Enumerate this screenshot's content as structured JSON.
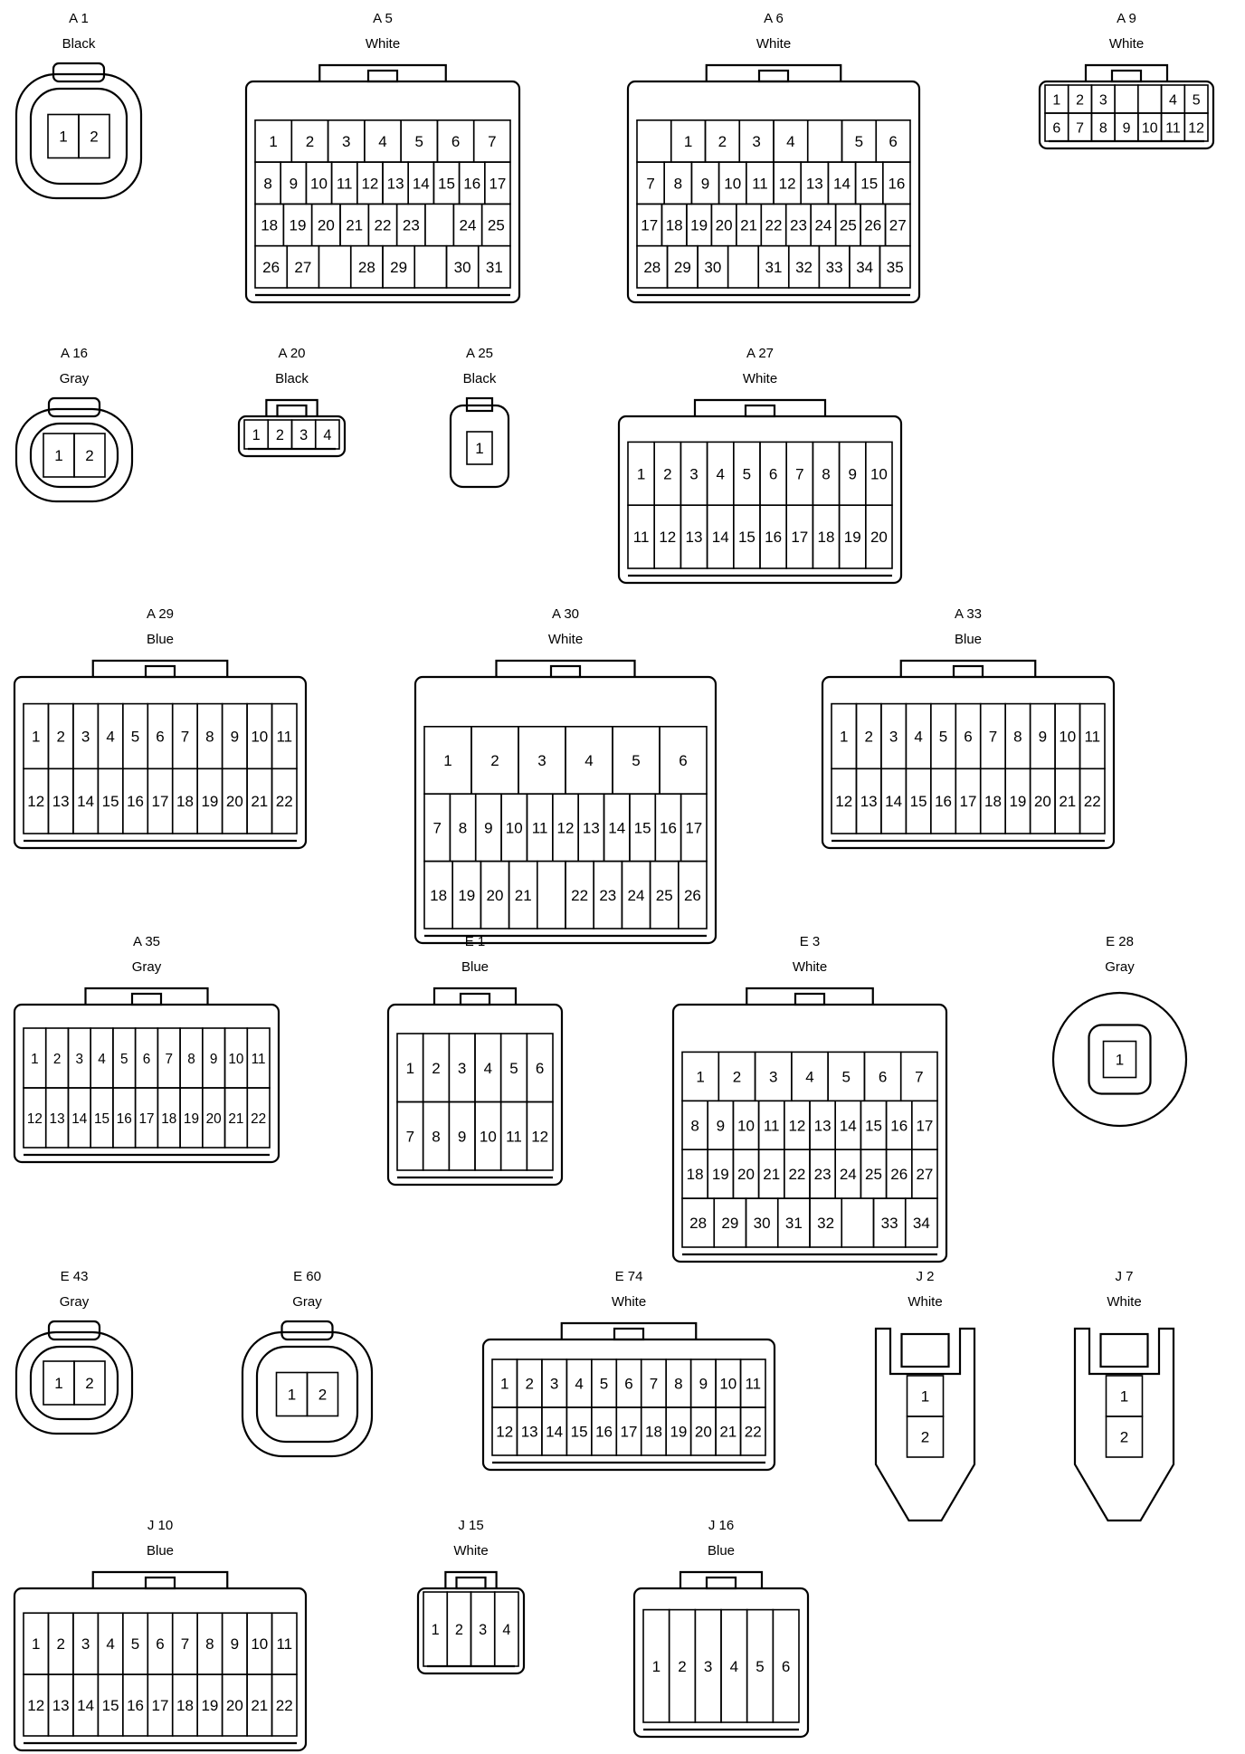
{
  "diagram": {
    "type": "connector-pinout-sheet",
    "connectors": [
      {
        "name": "A 1",
        "color": "Black",
        "style": "round2",
        "rows": [
          [
            "1",
            "2"
          ]
        ]
      },
      {
        "name": "A 5",
        "color": "White",
        "style": "large",
        "rows": [
          [
            "1",
            "2",
            "3",
            "4",
            "5",
            "6",
            "7"
          ],
          [
            "8",
            "9",
            "10",
            "11",
            "12",
            "13",
            "14",
            "15",
            "16",
            "17"
          ],
          [
            "18",
            "19",
            "20",
            "21",
            "22",
            "23",
            "",
            "24",
            "25"
          ],
          [
            "26",
            "27",
            "",
            "28",
            "29",
            "",
            "30",
            "31"
          ]
        ]
      },
      {
        "name": "A 6",
        "color": "White",
        "style": "large",
        "rows": [
          [
            "",
            "1",
            "2",
            "3",
            "4",
            "",
            "5",
            "6"
          ],
          [
            "7",
            "8",
            "9",
            "10",
            "11",
            "12",
            "13",
            "14",
            "15",
            "16"
          ],
          [
            "17",
            "18",
            "19",
            "20",
            "21",
            "22",
            "23",
            "24",
            "25",
            "26",
            "27"
          ],
          [
            "28",
            "29",
            "30",
            "",
            "31",
            "32",
            "33",
            "34",
            "35"
          ]
        ]
      },
      {
        "name": "A 9",
        "color": "White",
        "style": "small",
        "rows": [
          [
            "1",
            "2",
            "3",
            "",
            "",
            "4",
            "5"
          ],
          [
            "6",
            "7",
            "8",
            "9",
            "10",
            "11",
            "12"
          ]
        ]
      },
      {
        "name": "A 16",
        "color": "Gray",
        "style": "round2",
        "rows": [
          [
            "1",
            "2"
          ]
        ]
      },
      {
        "name": "A 20",
        "color": "Black",
        "style": "small",
        "rows": [
          [
            "1",
            "2",
            "3",
            "4"
          ]
        ]
      },
      {
        "name": "A 25",
        "color": "Black",
        "style": "single",
        "rows": [
          [
            "1"
          ]
        ]
      },
      {
        "name": "A 27",
        "color": "White",
        "style": "medium",
        "rows": [
          [
            "1",
            "2",
            "3",
            "4",
            "5",
            "6",
            "7",
            "8",
            "9",
            "10"
          ],
          [
            "11",
            "12",
            "13",
            "14",
            "15",
            "16",
            "17",
            "18",
            "19",
            "20"
          ]
        ]
      },
      {
        "name": "A 29",
        "color": "Blue",
        "style": "wide",
        "rows": [
          [
            "1",
            "2",
            "3",
            "4",
            "5",
            "6",
            "7",
            "8",
            "9",
            "10",
            "11"
          ],
          [
            "12",
            "13",
            "14",
            "15",
            "16",
            "17",
            "18",
            "19",
            "20",
            "21",
            "22"
          ]
        ]
      },
      {
        "name": "A 30",
        "color": "White",
        "style": "large",
        "rows": [
          [
            "1",
            "2",
            "3",
            "4",
            "5",
            "6"
          ],
          [
            "7",
            "8",
            "9",
            "10",
            "11",
            "12",
            "13",
            "14",
            "15",
            "16",
            "17"
          ],
          [
            "18",
            "19",
            "20",
            "21",
            "",
            "22",
            "23",
            "24",
            "25",
            "26"
          ]
        ]
      },
      {
        "name": "A 33",
        "color": "Blue",
        "style": "wide",
        "rows": [
          [
            "1",
            "2",
            "3",
            "4",
            "5",
            "6",
            "7",
            "8",
            "9",
            "10",
            "11"
          ],
          [
            "12",
            "13",
            "14",
            "15",
            "16",
            "17",
            "18",
            "19",
            "20",
            "21",
            "22"
          ]
        ]
      },
      {
        "name": "A 35",
        "color": "Gray",
        "style": "wide",
        "rows": [
          [
            "1",
            "2",
            "3",
            "4",
            "5",
            "6",
            "7",
            "8",
            "9",
            "10",
            "11"
          ],
          [
            "12",
            "13",
            "14",
            "15",
            "16",
            "17",
            "18",
            "19",
            "20",
            "21",
            "22"
          ]
        ]
      },
      {
        "name": "E 1",
        "color": "Blue",
        "style": "medium",
        "rows": [
          [
            "1",
            "2",
            "3",
            "4",
            "5",
            "6"
          ],
          [
            "7",
            "8",
            "9",
            "10",
            "11",
            "12"
          ]
        ]
      },
      {
        "name": "E 3",
        "color": "White",
        "style": "large",
        "rows": [
          [
            "1",
            "2",
            "3",
            "4",
            "5",
            "6",
            "7"
          ],
          [
            "8",
            "9",
            "10",
            "11",
            "12",
            "13",
            "14",
            "15",
            "16",
            "17"
          ],
          [
            "18",
            "19",
            "20",
            "21",
            "22",
            "23",
            "24",
            "25",
            "26",
            "27"
          ],
          [
            "28",
            "29",
            "30",
            "31",
            "32",
            "",
            "33",
            "34"
          ]
        ]
      },
      {
        "name": "E 28",
        "color": "Gray",
        "style": "circle",
        "rows": [
          [
            "1"
          ]
        ]
      },
      {
        "name": "E 43",
        "color": "Gray",
        "style": "round2",
        "rows": [
          [
            "1",
            "2"
          ]
        ]
      },
      {
        "name": "E 60",
        "color": "Gray",
        "style": "round2",
        "rows": [
          [
            "1",
            "2"
          ]
        ]
      },
      {
        "name": "E 74",
        "color": "White",
        "style": "wide",
        "rows": [
          [
            "1",
            "2",
            "3",
            "4",
            "5",
            "6",
            "7",
            "8",
            "9",
            "10",
            "11"
          ],
          [
            "12",
            "13",
            "14",
            "15",
            "16",
            "17",
            "18",
            "19",
            "20",
            "21",
            "22"
          ]
        ]
      },
      {
        "name": "J 2",
        "color": "White",
        "style": "vertical",
        "rows": [
          [
            "1"
          ],
          [
            "2"
          ]
        ]
      },
      {
        "name": "J 7",
        "color": "White",
        "style": "vertical",
        "rows": [
          [
            "1"
          ],
          [
            "2"
          ]
        ]
      },
      {
        "name": "J 10",
        "color": "Blue",
        "style": "wide",
        "rows": [
          [
            "1",
            "2",
            "3",
            "4",
            "5",
            "6",
            "7",
            "8",
            "9",
            "10",
            "11"
          ],
          [
            "12",
            "13",
            "14",
            "15",
            "16",
            "17",
            "18",
            "19",
            "20",
            "21",
            "22"
          ]
        ]
      },
      {
        "name": "J 15",
        "color": "White",
        "style": "small",
        "rows": [
          [
            "1",
            "2",
            "3",
            "4"
          ]
        ]
      },
      {
        "name": "J 16",
        "color": "Blue",
        "style": "medium",
        "rows": [
          [
            "1",
            "2",
            "3",
            "4",
            "5",
            "6"
          ]
        ]
      }
    ]
  }
}
